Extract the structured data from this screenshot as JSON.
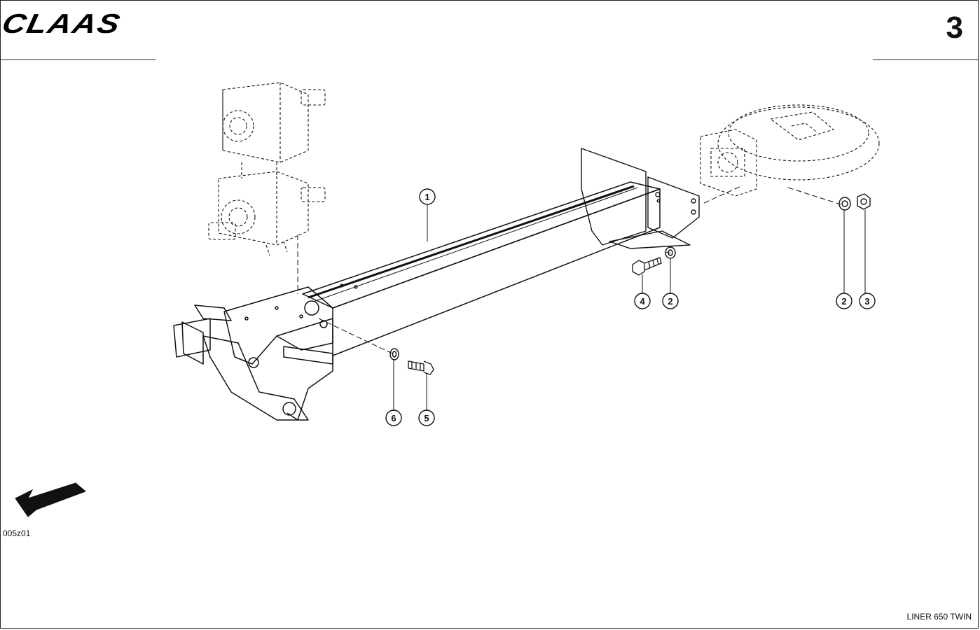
{
  "header": {
    "brand": "CLAAS",
    "page_number": "3"
  },
  "footer": {
    "drawing_code": "005z01",
    "model": "LINER 650 TWIN"
  },
  "callouts": [
    {
      "id": "c1",
      "label": "1"
    },
    {
      "id": "c4",
      "label": "4"
    },
    {
      "id": "c2a",
      "label": "2"
    },
    {
      "id": "c2b",
      "label": "2"
    },
    {
      "id": "c3",
      "label": "3"
    },
    {
      "id": "c6",
      "label": "6"
    },
    {
      "id": "c5",
      "label": "5"
    }
  ],
  "icons": {
    "direction_arrow": "direction-arrow-icon"
  }
}
